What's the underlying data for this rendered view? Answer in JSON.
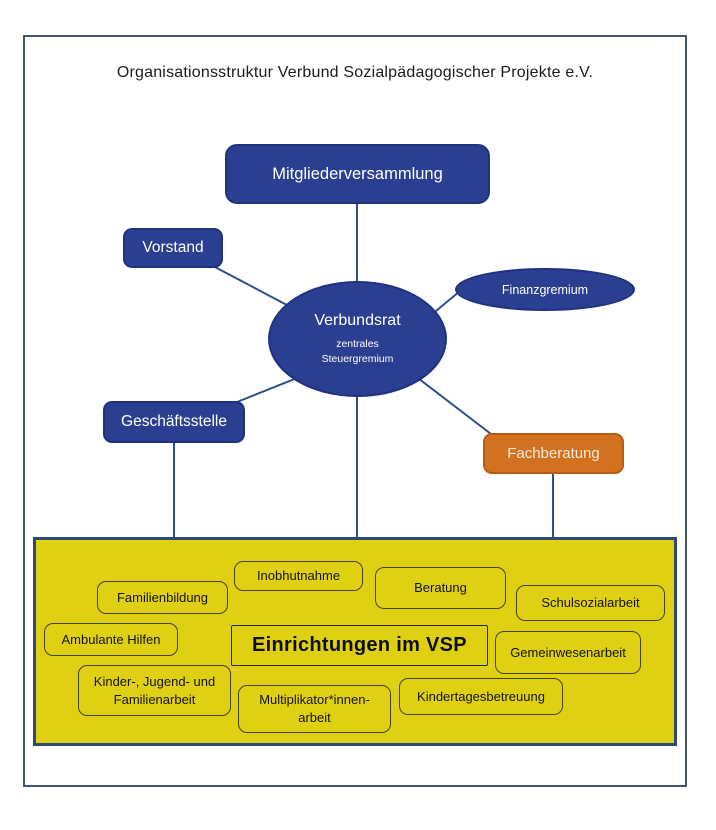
{
  "title": "Organisationsstruktur Verbund Sozialpädagogischer Projekte e.V.",
  "nodes": {
    "mitgliederversammlung": {
      "label": "Mitgliederversammlung"
    },
    "vorstand": {
      "label": "Vorstand"
    },
    "finanzgremium": {
      "label": "Finanzgremium"
    },
    "verbundsrat": {
      "label": "Verbundsrat",
      "sublabel": "zentrales\nSteuergremium"
    },
    "geschaeftsstelle": {
      "label": "Geschäftsstelle"
    },
    "fachberatung": {
      "label": "Fachberatung"
    }
  },
  "facilities": {
    "heading": "Einrichtungen im VSP",
    "items": [
      {
        "label": "Inobhutnahme"
      },
      {
        "label": "Familienbildung"
      },
      {
        "label": "Beratung"
      },
      {
        "label": "Schulsozialarbeit"
      },
      {
        "label": "Ambulante Hilfen"
      },
      {
        "label": "Gemeinwesenarbeit"
      },
      {
        "label": "Kinder-, Jugend- und\nFamilienarbeit"
      },
      {
        "label": "Multiplikator*innen-\narbeit"
      },
      {
        "label": "Kindertagesbetreuung"
      }
    ]
  },
  "colors": {
    "node_blue": "#2a3f90",
    "node_blue_border": "#20327f",
    "accent_orange": "#d2711f",
    "accent_orange_border": "#b95c13",
    "panel_yellow": "#e0d014",
    "panel_border": "#2d4a77",
    "connector": "#2d4f8e",
    "frame_border": "#44546a"
  }
}
